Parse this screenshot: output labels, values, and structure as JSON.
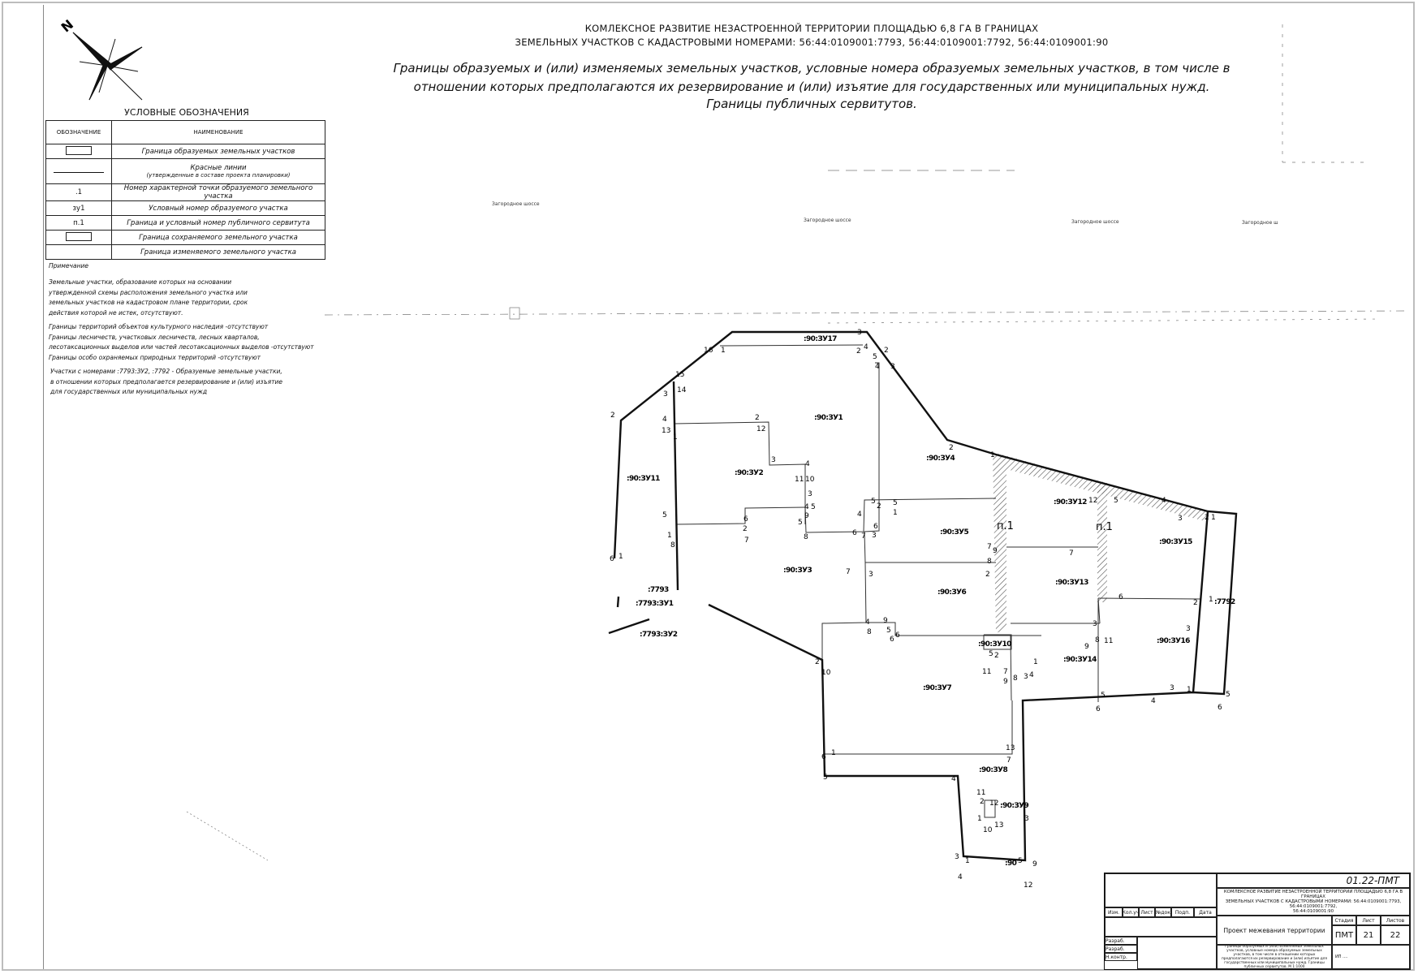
{
  "north_label": "N",
  "title": {
    "line1": "КОМЛЕКСНОЕ РАЗВИТИЕ НЕЗАСТРОЕННОЙ ТЕРРИТОРИИ ПЛОЩАДЬЮ 6,8 ГА В ГРАНИЦАХ",
    "line2": "ЗЕМЕЛЬНЫХ УЧАСТКОВ С КАДАСТРОВЫМИ НОМЕРАМИ: 56:44:0109001:7793, 56:44:0109001:7792, 56:44:0109001:90"
  },
  "subtitle": {
    "line1": "Границы образуемых и (или) изменяемых земельных участков, условные номера образуемых земельных участков, в том числе в",
    "line2": "отношении которых предполагаются их резервирование и (или) изъятие для государственных или муниципальных нужд.",
    "line3": "Границы публичных сервитутов."
  },
  "legend": {
    "heading": "УСЛОВНЫЕ ОБОЗНАЧЕНИЯ",
    "col_symbol": "ОБОЗНАЧЕНИЕ",
    "col_name": "НАИМЕНОВАНИЕ",
    "rows": [
      {
        "symbol": "",
        "name": "Граница образуемых земельных участков"
      },
      {
        "symbol": "",
        "name": "Красные линии",
        "name2": "(утвержденные в составе проекта планировки)"
      },
      {
        "symbol": ".1",
        "name": "Номер характерной точки образуемого земельного участка"
      },
      {
        "symbol": "зу1",
        "name": "Условный номер образуемого участка"
      },
      {
        "symbol": "п.1",
        "name": "Граница и условный номер публичного сервитута"
      },
      {
        "symbol": "",
        "name": "Граница сохраняемого земельного участка"
      },
      {
        "symbol": "",
        "name": "Граница изменяемого  земельного участка"
      }
    ]
  },
  "notes": {
    "heading": "Примечание",
    "p1": [
      "Земельные участки, образование которых на основании",
      "утвержденной схемы расположения земельного участка или",
      "земельных участков на кадастровом плане территории, срок",
      "действия которой не истек, отсутствуют."
    ],
    "p2": [
      "Границы территорий объектов культурного наследия -отсутствуют",
      "Границы лесничеств, участковых лесничеств, лесных кварталов,",
      "лесотаксационных выделов или частей лесотаксационных выделов -отсутствуют",
      "Границы особо охраняемых природных территорий -отсутствуют"
    ],
    "p3": [
      "Участки с номерами :7793:ЗУ2, :7792 - Образуемые земельные участки,",
      "в отношении которых предполагается резервирование и (или) изъятие",
      "для государственных или муниципальных нужд"
    ]
  },
  "roads": [
    "Загородное шоссе",
    "Загородное шоссе",
    "Загородное шоссе",
    "Загородное ш"
  ],
  "parcels": [
    ":90:ЗУ1",
    ":90:ЗУ2",
    ":90:ЗУ3",
    ":90:ЗУ4",
    ":90:ЗУ5",
    ":90:ЗУ6",
    ":90:ЗУ7",
    ":90:ЗУ8",
    ":90:ЗУ9",
    ":90:ЗУ10",
    ":90:ЗУ11",
    ":90:ЗУ12",
    ":90:ЗУ13",
    ":90:ЗУ14",
    ":90:ЗУ15",
    ":90:ЗУ16",
    ":90:ЗУ17",
    ":7792",
    ":7793",
    ":7793:ЗУ1",
    ":7793:ЗУ2",
    ":90"
  ],
  "servitudes": [
    "п.1",
    "п.1"
  ],
  "points": [
    "2",
    "6",
    "1",
    "16",
    "1",
    "2",
    "3",
    "4",
    "2",
    "5",
    "4",
    "3",
    "15",
    "14",
    "3",
    "4",
    "13",
    "1",
    "2",
    "12",
    "3",
    "4",
    "10",
    "11",
    "3",
    "4",
    "5",
    "9",
    "6",
    "2",
    "7",
    "5",
    "1",
    "8",
    "5",
    "8",
    "4",
    "6",
    "7",
    "3",
    "6",
    "5",
    "2",
    "5",
    "1",
    "2",
    "1",
    "7",
    "9",
    "8",
    "2",
    "3",
    "7",
    "4",
    "8",
    "9",
    "5",
    "6",
    "6",
    "10",
    "2",
    "1",
    "6",
    "5",
    "4",
    "3",
    "1",
    "5",
    "9",
    "12",
    "13",
    "7",
    "4",
    "3",
    "11",
    "2",
    "12",
    "10",
    "13",
    "1",
    "5",
    "6",
    "4",
    "1",
    "3",
    "5",
    "6",
    "2",
    "1",
    "3",
    "3",
    "8",
    "11",
    "9",
    "7",
    "6",
    "12",
    "5",
    "4",
    "2",
    "3",
    "1",
    "11",
    "8",
    "9",
    "3",
    "4",
    "1",
    "2",
    "5",
    "7"
  ],
  "title_block": {
    "code": "01.22-ПМТ",
    "project": [
      "КОМЛЕКСНОЕ РАЗВИТИЕ НЕЗАСТРОЕННОЙ ТЕРРИТОРИИ ПЛОЩАДЬЮ 6,8 ГА В ГРАНИЦАХ",
      "ЗЕМЕЛЬНЫХ УЧАСТКОВ С КАДАСТРОВЫМИ НОМЕРАМИ: 56:44:0109001:7793, 56:44:0109001:7792,",
      "56:44:0109001:90"
    ],
    "cols": [
      "Изм.",
      "Кол.уч",
      "Лист",
      "№док",
      "Подп.",
      "Дата"
    ],
    "rows": [
      "",
      "",
      "",
      "Разраб.",
      "Разраб.",
      "Н.контр."
    ],
    "doc_title": "Проект межевания территории",
    "stage_label": "Стадия",
    "sheet_label": "Лист",
    "sheets_label": "Листов",
    "stage": "ПМТ",
    "sheet": "21",
    "sheets": "22",
    "drawing_caption": "Границы образуемых и (или) изменяемых земельных участков, условные номера образуемых земельных участков, в том числе в отношении которых предполагаются их резервирование и (или) изъятие для государственных или муниципальных нужд. Границы публичных сервитутов. М 1:1000",
    "org": "ИП ...."
  },
  "colors": {
    "line": "#111111",
    "frame": "#bdbdbd",
    "hatch": "#555555"
  }
}
